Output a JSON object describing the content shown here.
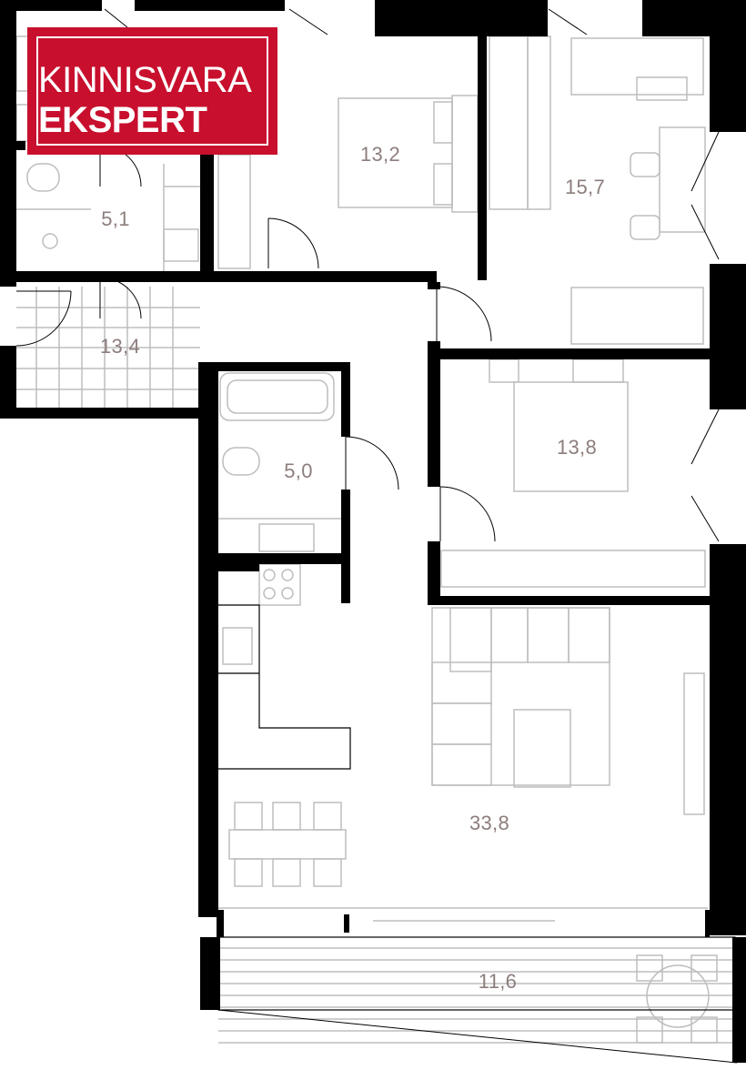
{
  "brand": {
    "line1": "KINNISVARA",
    "line2": "EKSPERT",
    "color": "#c8102e"
  },
  "rooms": [
    {
      "id": "bathroom-small",
      "area": "5,1"
    },
    {
      "id": "hall",
      "area": "13,4"
    },
    {
      "id": "bedroom-1",
      "area": "13,2"
    },
    {
      "id": "bedroom-2",
      "area": "15,7"
    },
    {
      "id": "bathroom",
      "area": "5,0"
    },
    {
      "id": "bedroom-3",
      "area": "13,8"
    },
    {
      "id": "living",
      "area": "33,8"
    },
    {
      "id": "terrace",
      "area": "11,6"
    }
  ],
  "colors": {
    "wall": "#000000",
    "furniture": "#bdbdbd",
    "label": "#8c7e7c"
  }
}
